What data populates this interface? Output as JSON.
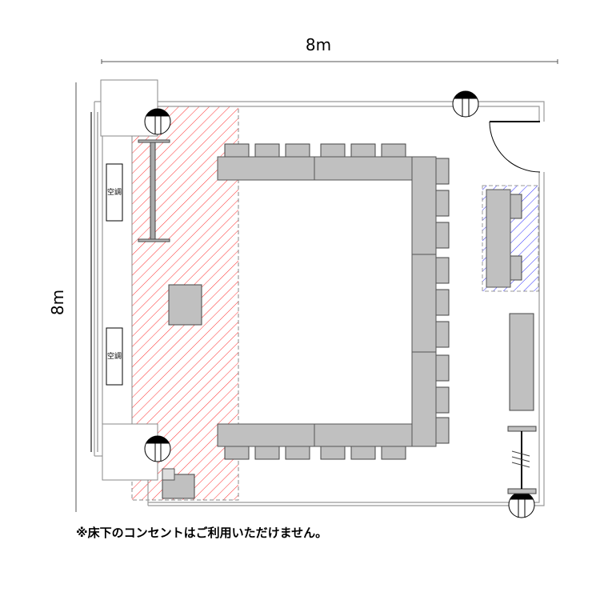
{
  "dimensions": {
    "width_label": "8m",
    "depth_label": "8m"
  },
  "labels": {
    "air_conditioner_1": "空調",
    "air_conditioner_2": "空調"
  },
  "note": "※床下のコンセントはご利用いただけません。",
  "colors": {
    "red_hatch": "#ff3030",
    "blue_hatch": "#3030ff",
    "furniture": "#c0c0c0",
    "wall": "#999999"
  }
}
